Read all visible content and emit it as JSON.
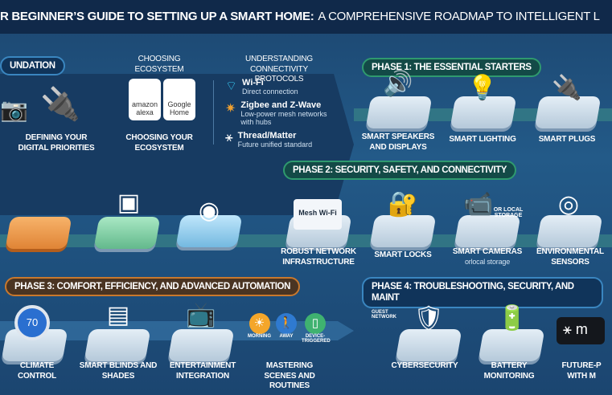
{
  "title": {
    "bold": "R BEGINNER’S GUIDE TO SETTING UP A SMART HOME:",
    "rest": "A COMPREHENSIVE ROADMAP TO INTELLIGENT L"
  },
  "foundation": {
    "pill": "UNDATION",
    "items": [
      {
        "label": "DEFINING YOUR DIGITAL PRIORITIES",
        "icon": "thermostat-plug-icon"
      },
      {
        "label": "CHOOSING YOUR ECOSYSTEM",
        "heading": "CHOOSING ECOSYSTEM",
        "icon": "ecosystem-icon"
      }
    ],
    "ecosystems": [
      "amazon alexa",
      "Google Home"
    ],
    "protocols": {
      "heading": "UNDERSTANDING CONNECTIVITY PROTOCOLS",
      "items": [
        {
          "name": "Wi-Fi",
          "desc": "Direct connection",
          "icon": "wifi-icon"
        },
        {
          "name": "Zigbee and Z-Wave",
          "desc": "Low-power mesh networks with hubs",
          "icon": "mesh-icon"
        },
        {
          "name": "Thread/Matter",
          "desc": "Future unified standard",
          "icon": "matter-icon"
        }
      ]
    }
  },
  "phase1": {
    "pill": "PHASE 1: THE ESSENTIAL STARTERS",
    "items": [
      {
        "label": "SMART SPEAKERS AND DISPLAYS",
        "icon": "speaker-display-icon"
      },
      {
        "label": "SMART LIGHTING",
        "icon": "bulb-icon"
      },
      {
        "label": "SMART PLUGS",
        "icon": "plug-icon"
      }
    ]
  },
  "phase2": {
    "pill": "PHASE 2: SECURITY, SAFETY, AND CONNECTIVITY",
    "items": [
      {
        "label": "ROBUST NETWORK INFRASTRUCTURE",
        "icon": "mesh-wifi-icon",
        "tag": "Mesh Wi-Fi"
      },
      {
        "label": "SMART LOCKS",
        "icon": "lock-icon"
      },
      {
        "label": "SMART CAMERAS",
        "sub": "orlocal storage",
        "icon": "camera-icon",
        "tag": "OR LOCAL STORAGE"
      },
      {
        "label": "ENVIRONMENTAL SENSORS",
        "icon": "sensor-icon"
      }
    ]
  },
  "phase3": {
    "pill": "PHASE 3: COMFORT, EFFICIENCY, AND ADVANCED AUTOMATION",
    "items": [
      {
        "label": "CLIMATE CONTROL",
        "icon": "thermostat-icon",
        "value": "70"
      },
      {
        "label": "SMART BLINDS AND SHADES",
        "icon": "blinds-icon"
      },
      {
        "label": "ENTERTAINMENT INTEGRATION",
        "icon": "tv-icon"
      },
      {
        "label": "MASTERING SCENES AND ROUTINES",
        "icon": "routines-icon"
      }
    ],
    "routines": [
      "MORNING",
      "AWAY",
      "DEVICE-TRIGGERED"
    ]
  },
  "phase4": {
    "pill": "PHASE 4: TROUBLESHOOTING, SECURITY, AND MAINT",
    "items": [
      {
        "label": "CYBERSECURITY",
        "icon": "shield-icon",
        "tag": "GUEST NETWORK"
      },
      {
        "label": "BATTERY MONITORING",
        "icon": "battery-icon"
      },
      {
        "label": "FUTURE-P WITH M",
        "icon": "matter-logo-icon",
        "tag": "m"
      }
    ]
  },
  "colors": {
    "phase1": "#2f9a6e",
    "phase2": "#2f9a6e",
    "phase3": "#c9782d",
    "phase4": "#3a86c0"
  }
}
